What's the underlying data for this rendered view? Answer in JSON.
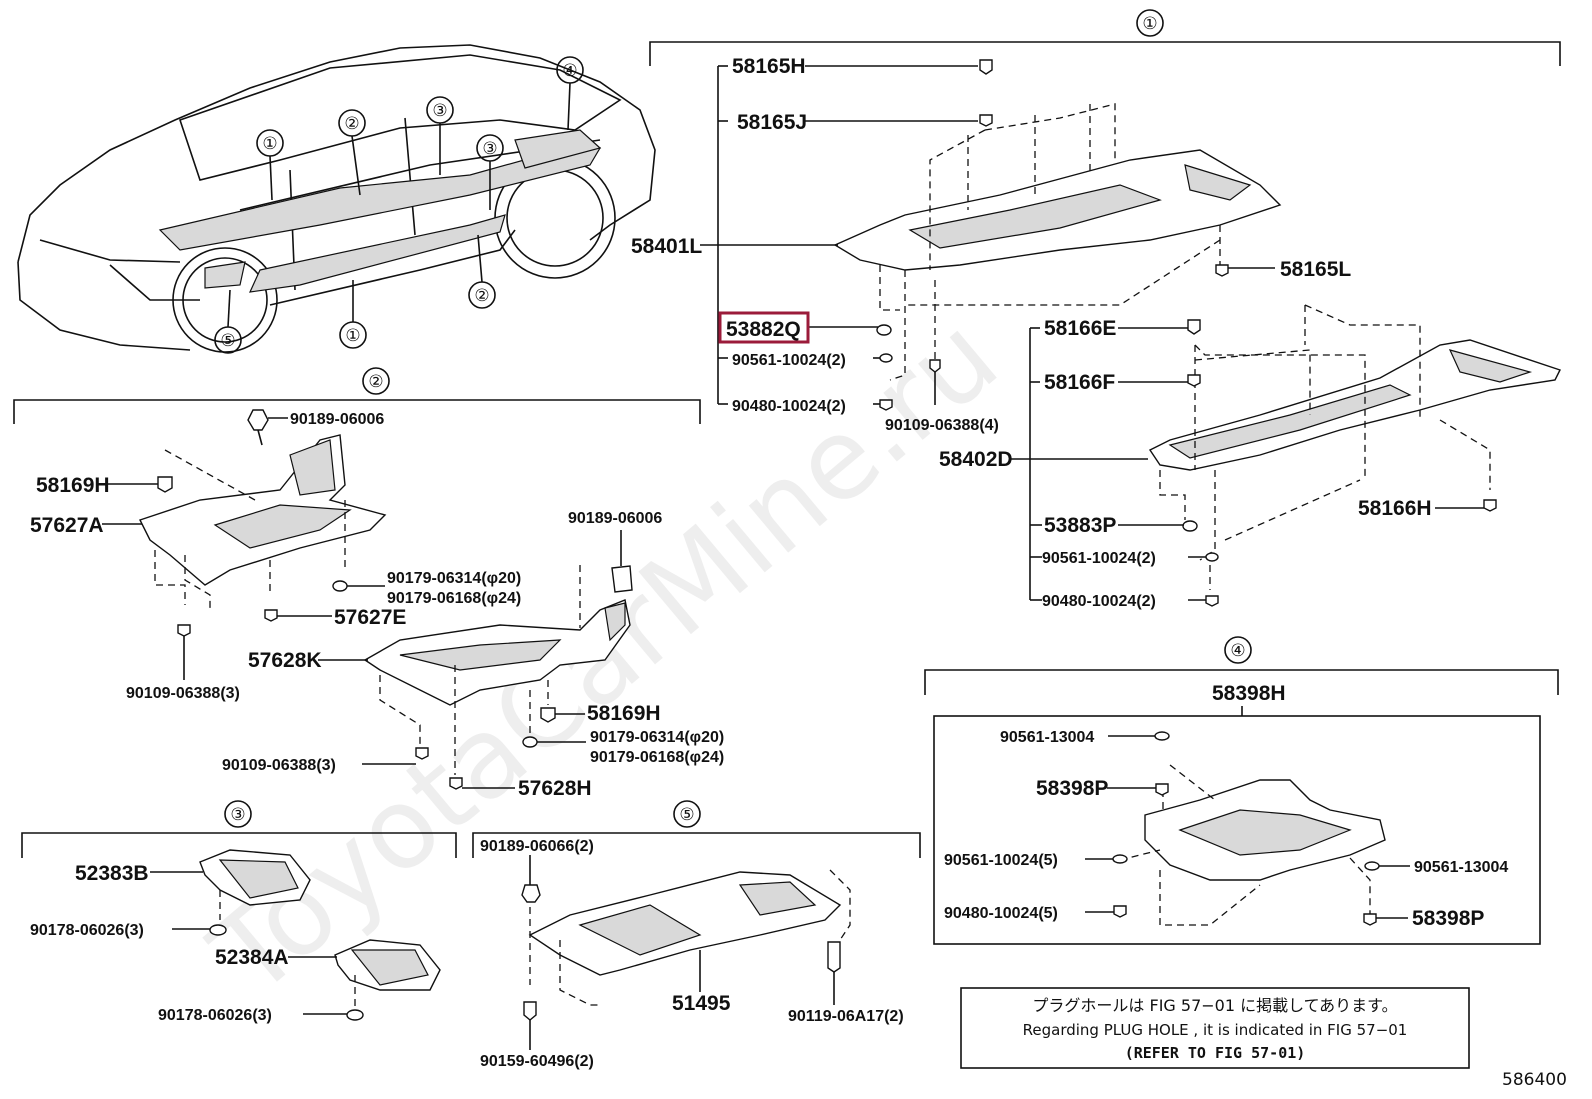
{
  "watermark": "ToyotaCarMine.ru",
  "figure_id": "586400",
  "highlight_color": "#9b1b3a",
  "section_markers": [
    "①",
    "②",
    "③",
    "④",
    "⑤"
  ],
  "car_callouts": [
    "①",
    "②",
    "③",
    "③",
    "④",
    "②",
    "①",
    "⑤"
  ],
  "section1": {
    "marker": "①",
    "labels": {
      "a": "58165H",
      "b": "58165J",
      "c": "58401L",
      "d": "58165L",
      "e": "53882Q",
      "f": "90561-10024(2)",
      "g": "90480-10024(2)",
      "h": "90109-06388(4)",
      "i": "58166E",
      "j": "58166F",
      "k": "58402D",
      "l": "58166H",
      "m": "53883P",
      "n": "90561-10024(2)",
      "o": "90480-10024(2)"
    }
  },
  "section2": {
    "marker": "②",
    "labels": {
      "a": "90189-06006",
      "b": "58169H",
      "c": "57627A",
      "d": "90179-06314(φ20)",
      "e": "90179-06168(φ24)",
      "f": "57627E",
      "g": "90109-06388(3)",
      "h": "90189-06006",
      "i": "57628K",
      "j": "58169H",
      "k": "90179-06314(φ20)",
      "l": "90179-06168(φ24)",
      "m": "90109-06388(3)",
      "n": "57628H"
    }
  },
  "section3": {
    "marker": "③",
    "labels": {
      "a": "52383B",
      "b": "90178-06026(3)",
      "c": "52384A",
      "d": "90178-06026(3)"
    }
  },
  "section4": {
    "marker": "④",
    "labels": {
      "a": "58398H",
      "b": "90561-13004",
      "c": "58398P",
      "d": "90561-10024(5)",
      "e": "90480-10024(5)",
      "f": "90561-13004",
      "g": "58398P"
    }
  },
  "section5": {
    "marker": "⑤",
    "labels": {
      "a": "90189-06066(2)",
      "b": "51495",
      "c": "90119-06A17(2)",
      "d": "90159-60496(2)"
    }
  },
  "note": {
    "jp": "プラグホールは FIG 57−01 に掲載してあります。",
    "en": "Regarding  PLUG  HOLE , it is indicated in FIG  57−01",
    "ref": "(REFER TO FIG 57-01)"
  }
}
